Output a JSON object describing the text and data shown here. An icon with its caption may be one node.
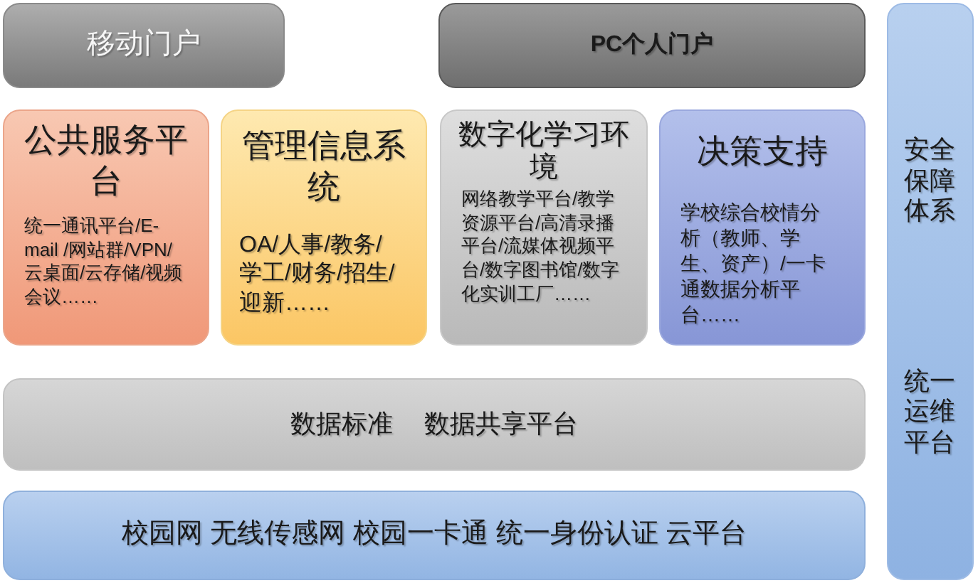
{
  "diagram": {
    "nodes": [
      {
        "text": [
          "移动门户"
        ]
      },
      {
        "text": [
          "PC个人门户"
        ]
      },
      {
        "text": [
          "公共服务平台",
          "统一通讯平台/E-mail /网站群/VPN/云桌面/云存储/视频会议……"
        ]
      },
      {
        "text": [
          "管理信息系统",
          "OA/人事/教务/学工/财务/招生/迎新……"
        ]
      },
      {
        "text": [
          "数字化学习环境",
          "网络教学平台/教学资源平台/高清录播平台/流媒体视频平台/数字图书馆/数字化实训工厂……"
        ]
      },
      {
        "text": [
          "决策支持",
          "学校综合校情分析（教师、学生、资产）/一卡通数据分析平台……"
        ]
      },
      {
        "text": [
          "数据标准",
          "数据共享平台"
        ]
      },
      {
        "text": [
          "校园网 无线传感网 校园一卡通 统一身份认证 云平台"
        ]
      },
      {
        "text": [
          "安全保障体系",
          "统一运维平台"
        ]
      }
    ]
  }
}
